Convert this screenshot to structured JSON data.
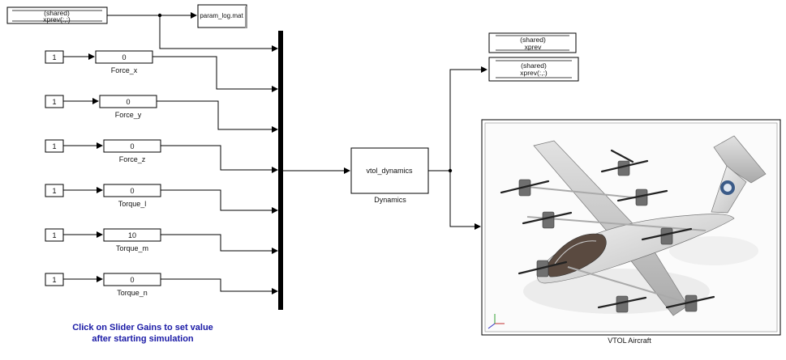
{
  "shared_in": {
    "line1": "(shared)",
    "line2": "xprev(:,:)"
  },
  "to_file": {
    "text": "param_log.mat"
  },
  "shared_out_a": {
    "line1": "(shared)",
    "line2": "xprev"
  },
  "shared_out_b": {
    "line1": "(shared)",
    "line2": "xprev(:,:)"
  },
  "channels": [
    {
      "constant": "1",
      "gain": "0",
      "label": "Force_x"
    },
    {
      "constant": "1",
      "gain": "0",
      "label": "Force_y"
    },
    {
      "constant": "1",
      "gain": "0",
      "label": "Force_z"
    },
    {
      "constant": "1",
      "gain": "0",
      "label": "Torque_l"
    },
    {
      "constant": "1",
      "gain": "10",
      "label": "Torque_m"
    },
    {
      "constant": "1",
      "gain": "0",
      "label": "Torque_n"
    }
  ],
  "dynamics": {
    "text": "vtol_dynamics",
    "label": "Dynamics"
  },
  "scope": {
    "label": "VTOL Aircraft"
  },
  "note": {
    "line1": "Click on Slider Gains to set value",
    "line2": "after starting simulation",
    "color": "#1a1aa6"
  }
}
